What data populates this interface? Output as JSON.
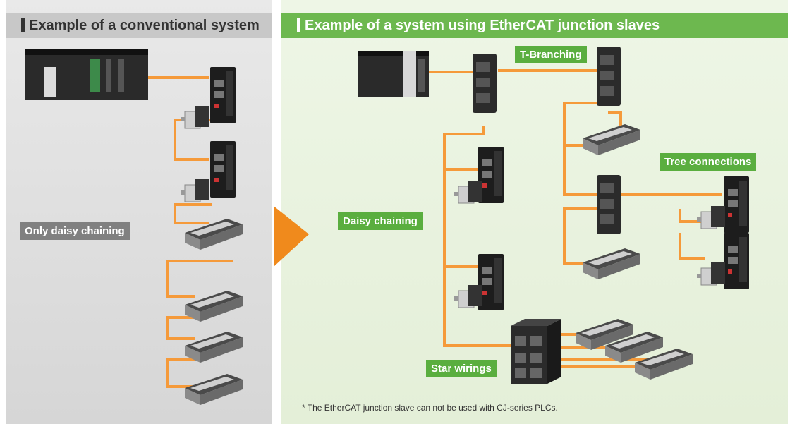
{
  "left_panel": {
    "title": "Example of a conventional system",
    "label": "Only daisy chaining"
  },
  "right_panel": {
    "title": "Example of a system using EtherCAT junction slaves",
    "labels": {
      "t_branching": "T-Branching",
      "tree_connections": "Tree connections",
      "daisy_chaining": "Daisy chaining",
      "star_wirings": "Star wirings"
    },
    "note": "* The EtherCAT junction slave can not be used with CJ-series PLCs."
  },
  "colors": {
    "cable": "#f59a3a",
    "green_label": "#5aae3f",
    "grey_label": "#808080",
    "arrow": "#f08a1c"
  },
  "icons": [
    "plc-icon",
    "servo-drive-icon",
    "servo-motor-icon",
    "io-terminal-icon",
    "junction-slave-icon",
    "arrow-icon"
  ]
}
